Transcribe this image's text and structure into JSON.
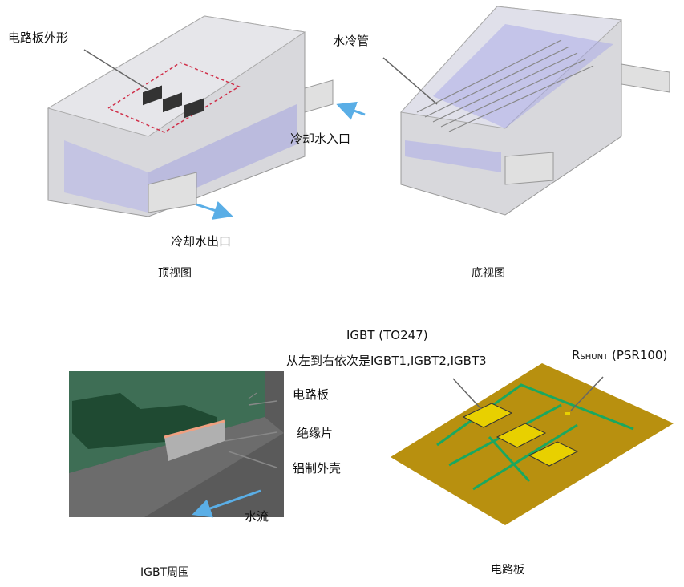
{
  "panels": {
    "top_view": {
      "caption": "顶视图",
      "labels": {
        "board_outline": "电路板外形",
        "inlet": "冷却水入口",
        "outlet": "冷却水出口"
      }
    },
    "bottom_view": {
      "caption": "底视图",
      "labels": {
        "cooling_pipe": "水冷管"
      }
    },
    "igbt_surroundings": {
      "caption": "IGBT周围",
      "labels": {
        "pcb": "电路板",
        "insulator": "绝缘片",
        "housing": "铝制外壳",
        "water_flow": "水流"
      }
    },
    "circuit_board": {
      "caption": "电路板",
      "labels": {
        "igbt_title": "IGBT (TO247)",
        "igbt_order": "从左到右依次是IGBT1,IGBT2,IGBT3",
        "rshunt_main": "R",
        "rshunt_sub": "SHUNT",
        "rshunt_part": " (PSR100)"
      }
    }
  },
  "colors": {
    "arrow": "#5aaee6",
    "pcb": "#b8900f",
    "trace": "#1aa860",
    "igbt": "#e8d000",
    "outline_dash": "#d0304a"
  }
}
